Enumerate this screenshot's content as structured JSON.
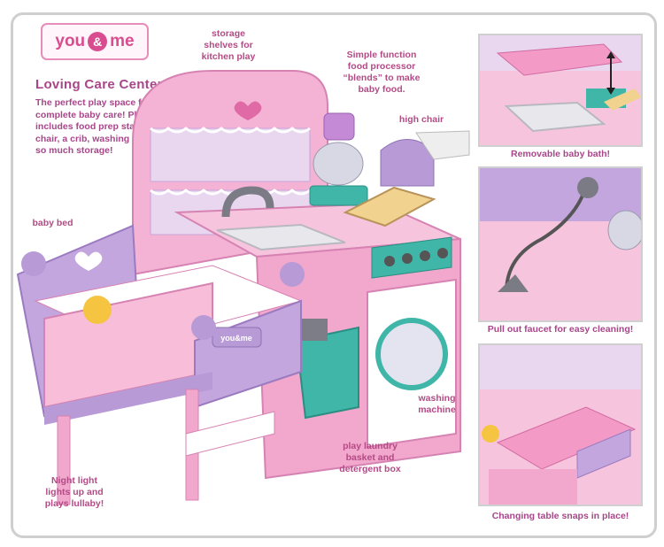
{
  "brand": {
    "logo_text_left": "you",
    "logo_amp": "&",
    "logo_text_right": "me"
  },
  "title": "Loving Care Center",
  "description": "The perfect play space for complete baby care! Play-set includes food prep station, feeding chair, a crib, washing machine and so much storage!",
  "callouts": {
    "storage": "storage shelves for kitchen play",
    "food_processor": "Simple function food processor “blends” to make baby food.",
    "high_chair": "high chair",
    "baby_bed": "baby bed",
    "washing_machine": "washing machine",
    "laundry": "play laundry basket and detergent box",
    "night_light": "Night light lights up and plays lullaby!"
  },
  "panels": {
    "bath_caption": "Removable baby bath!",
    "faucet_caption": "Pull out faucet for easy cleaning!",
    "changing_caption": "Changing table snaps in place!"
  },
  "crib_logo": "you&me",
  "colors": {
    "accent": "#a8468a",
    "pink": "#f2a7cc",
    "lavender": "#b79ad6",
    "teal": "#3fb6a8"
  }
}
